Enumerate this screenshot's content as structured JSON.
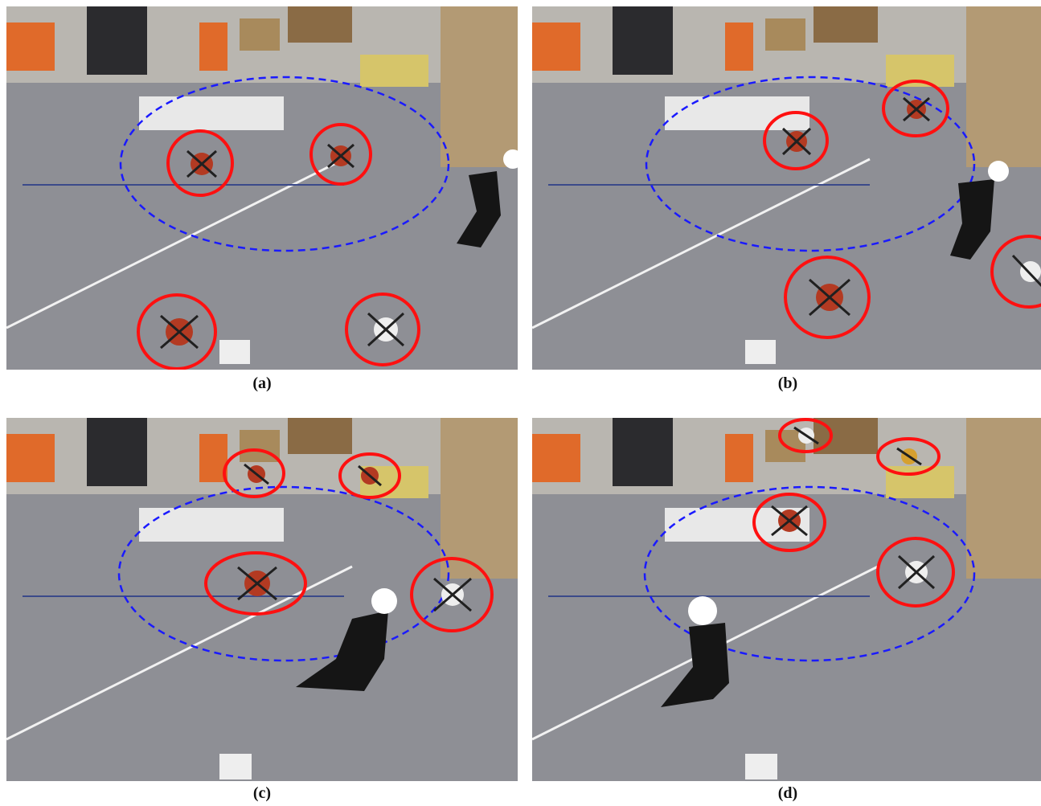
{
  "figure": {
    "panels": [
      {
        "id": "a",
        "label": "(a)"
      },
      {
        "id": "b",
        "label": "(b)"
      },
      {
        "id": "c",
        "label": "(c)"
      },
      {
        "id": "d",
        "label": "(d)"
      }
    ]
  },
  "colors": {
    "floor": "#8e8f95",
    "wall": "#b9b6b0",
    "highlight_circle": "#ff1010",
    "safety_zone": "#1a1aff",
    "floor_line": "#f2f2f2",
    "drone_body": "#b33a22",
    "drone_arm": "#202020",
    "person": "#151515",
    "helmet": "#ffffff"
  }
}
